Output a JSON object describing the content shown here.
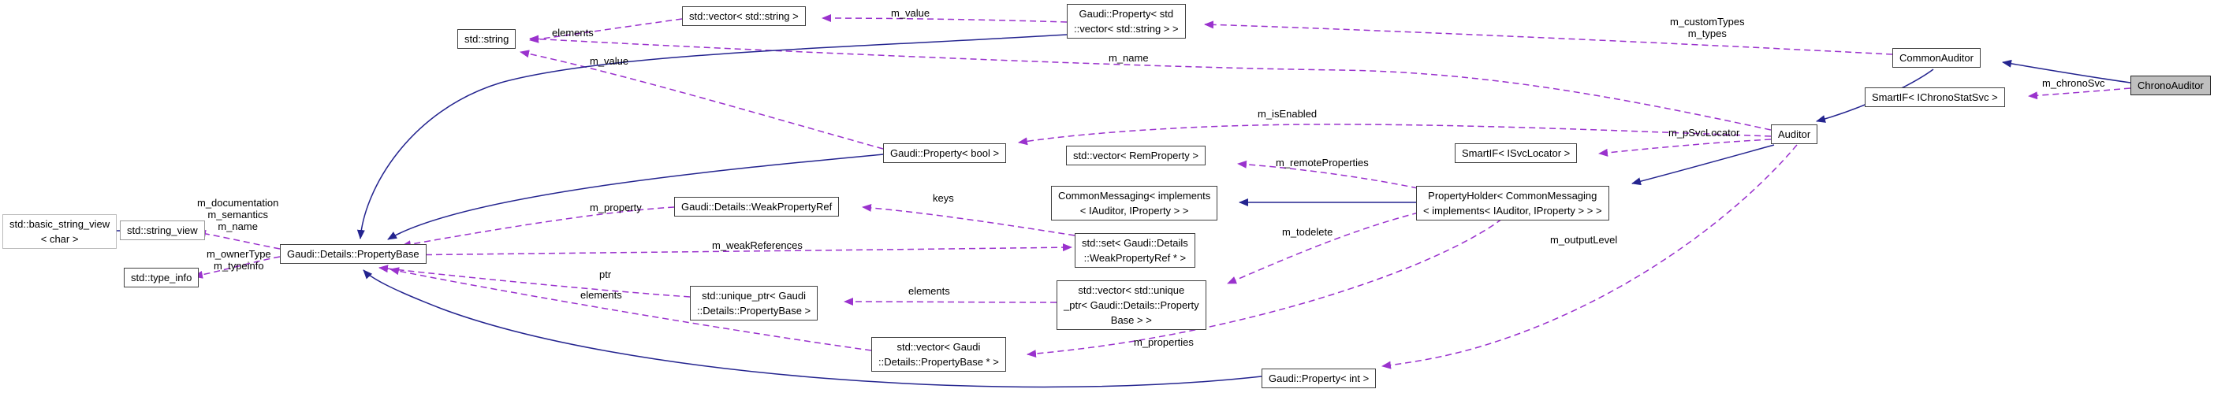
{
  "diagram": {
    "title": "ChronoAuditor collaboration graph",
    "colors": {
      "usage_edge": "#9a32cd",
      "inheritance_edge": "#24248f",
      "node_border": "#404040",
      "external_node_border": "#bbbbbb",
      "highlight_node_fill": "#bfbfbf",
      "background": "#ffffff"
    },
    "nodes": {
      "vector_string": "std::vector< std::string >",
      "property_vector_string": "Gaudi::Property< std\n::vector< std::string > >",
      "common_auditor": "CommonAuditor",
      "smartif_ichronostatsvc": "SmartIF< IChronoStatSvc >",
      "chrono_auditor": "ChronoAuditor",
      "std_string": "std::string",
      "auditor": "Auditor",
      "property_bool": "Gaudi::Property< bool >",
      "vector_remproperty": "std::vector< RemProperty >",
      "smartif_isvclocator": "SmartIF< ISvcLocator >",
      "common_messaging": "CommonMessaging< implements\n< IAuditor, IProperty > >",
      "property_holder": "PropertyHolder< CommonMessaging\n< implements< IAuditor, IProperty > > >",
      "basic_string_view": "std::basic_string_view\n< char >",
      "string_view": "std::string_view",
      "type_info": "std::type_info",
      "property_base": "Gaudi::Details::PropertyBase",
      "weak_property_ref": "Gaudi::Details::WeakPropertyRef",
      "set_weak_property_ref": "std::set< Gaudi::Details\n::WeakPropertyRef * >",
      "unique_ptr_property_base": "std::unique_ptr< Gaudi\n::Details::PropertyBase >",
      "vector_unique_ptr": "std::vector< std::unique\n_ptr< Gaudi::Details::Property\nBase > >",
      "vector_property_base_ptr": "std::vector< Gaudi\n::Details::PropertyBase * >",
      "property_int": "Gaudi::Property< int >"
    },
    "edge_labels": {
      "elements_top": "elements",
      "m_value_top": "m_value",
      "m_custom_types": "m_customTypes\nm_types",
      "m_name": "m_name",
      "m_value_string": "m_value",
      "m_is_enabled": "m_isEnabled",
      "m_p_svc_locator": "m_pSvcLocator",
      "m_chrono_svc": "m_chronoSvc",
      "m_remote_properties": "m_remoteProperties",
      "m_todelete": "m_todelete",
      "m_properties": "m_properties",
      "m_output_level": "m_outputLevel",
      "m_documentation_stack": "m_documentation\nm_semantics\nm_name",
      "m_owner_type_stack": "m_ownerType\nm_typeinfo",
      "m_property": "m_property",
      "m_weak_references": "m_weakReferences",
      "keys": "keys",
      "ptr": "ptr",
      "elements_unique": "elements",
      "elements_pb": "elements"
    }
  }
}
